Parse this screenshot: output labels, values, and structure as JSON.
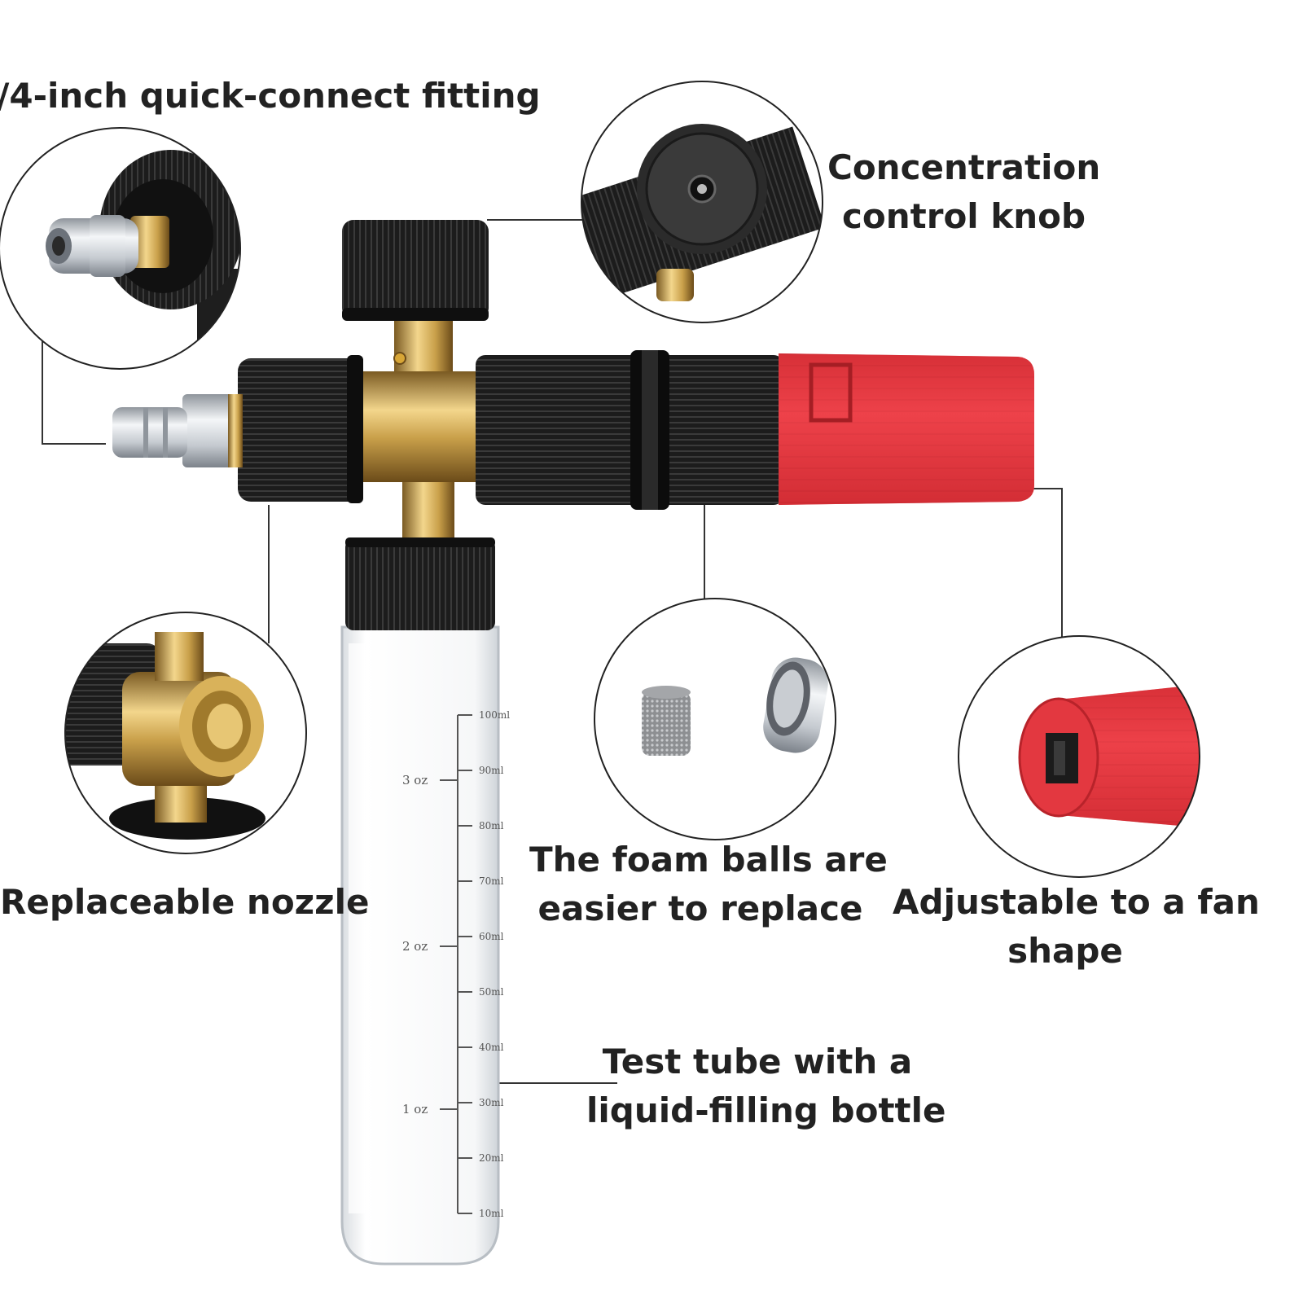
{
  "labels": {
    "quick_connect": "/4-inch quick-connect fitting",
    "concentration_line1": "Concentration",
    "concentration_line2": "control knob",
    "replaceable_nozzle": "Replaceable nozzle",
    "foam_line1": "The foam balls are",
    "foam_line2": "easier to replace",
    "fan_line1": "Adjustable to a fan",
    "fan_line2": "shape",
    "tube_line1": "Test tube with a",
    "tube_line2": "liquid-filling bottle"
  },
  "bottle_scale": {
    "ml_ticks": [
      "100ml",
      "90ml",
      "80ml",
      "70ml",
      "60ml",
      "50ml",
      "40ml",
      "30ml",
      "20ml",
      "10ml"
    ],
    "oz_ticks": [
      "3 oz",
      "2 oz",
      "1 oz"
    ]
  },
  "colors": {
    "knob_black": "#1c1c1c",
    "brass": "#c9a04a",
    "nozzle_red": "#e8373f",
    "steel": "#cfd3d8",
    "line": "#333333"
  }
}
